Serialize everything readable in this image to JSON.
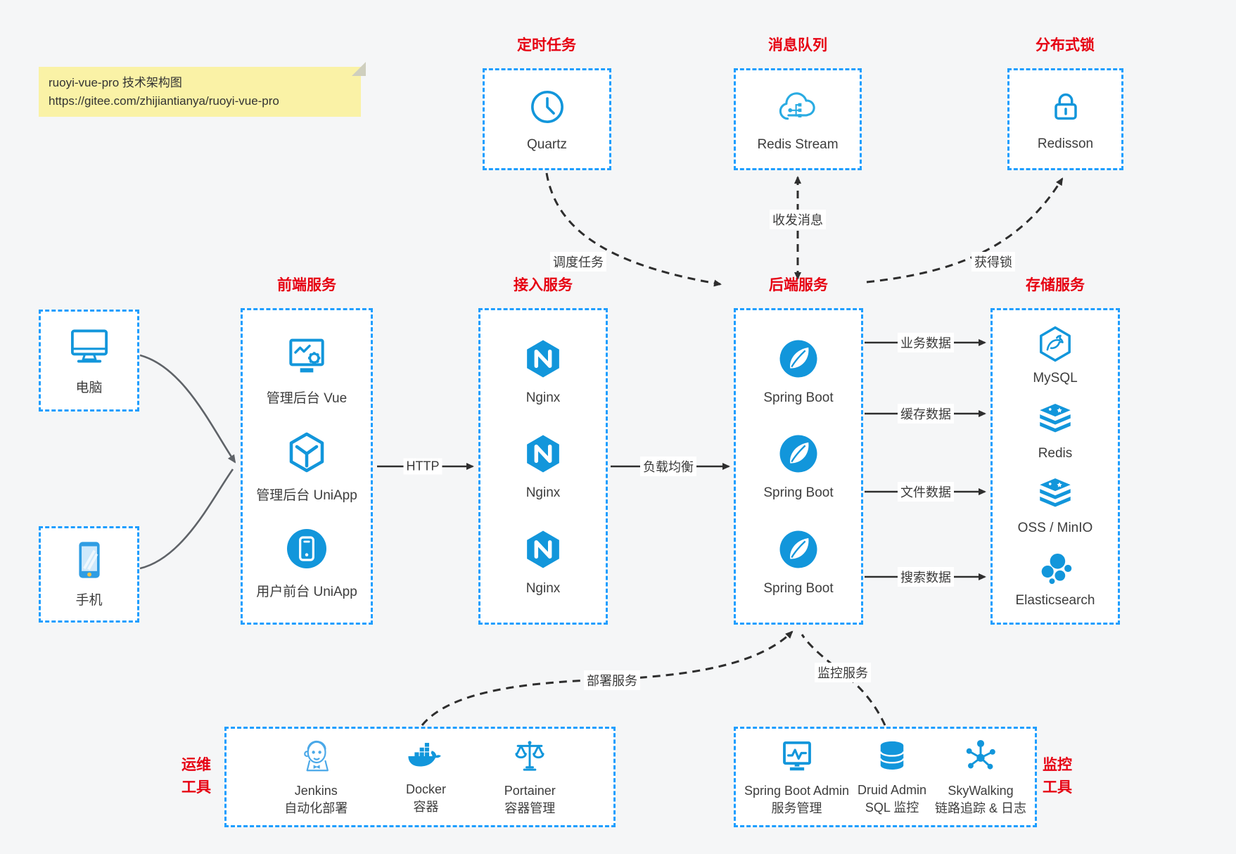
{
  "note": {
    "line1": "ruoyi-vue-pro 技术架构图",
    "line2": "https://gitee.com/zhijiantianya/ruoyi-vue-pro"
  },
  "colors": {
    "accent_blue": "#1e9eff",
    "icon_blue": "#1296db",
    "title_red": "#e60012",
    "arrow_dark": "#2e2e2e",
    "note_yellow": "#faf2a6"
  },
  "groups": {
    "scheduled": {
      "title": "定时任务",
      "items": [
        {
          "label": "Quartz"
        }
      ]
    },
    "mq": {
      "title": "消息队列",
      "items": [
        {
          "label": "Redis Stream"
        }
      ]
    },
    "lock": {
      "title": "分布式锁",
      "items": [
        {
          "label": "Redisson"
        }
      ]
    },
    "clients": {
      "items": [
        {
          "label": "电脑"
        },
        {
          "label": "手机"
        }
      ]
    },
    "frontend": {
      "title": "前端服务",
      "items": [
        {
          "label": "管理后台 Vue"
        },
        {
          "label": "管理后台 UniApp"
        },
        {
          "label": "用户前台 UniApp"
        }
      ]
    },
    "gateway": {
      "title": "接入服务",
      "items": [
        {
          "label": "Nginx"
        },
        {
          "label": "Nginx"
        },
        {
          "label": "Nginx"
        }
      ]
    },
    "backend": {
      "title": "后端服务",
      "items": [
        {
          "label": "Spring Boot"
        },
        {
          "label": "Spring Boot"
        },
        {
          "label": "Spring Boot"
        }
      ]
    },
    "storage": {
      "title": "存储服务",
      "items": [
        {
          "label": "MySQL"
        },
        {
          "label": "Redis"
        },
        {
          "label": "OSS / MinIO"
        },
        {
          "label": "Elasticsearch"
        }
      ]
    },
    "devops": {
      "title_line1": "运维",
      "title_line2": "工具",
      "items": [
        {
          "name": "Jenkins",
          "desc": "自动化部署"
        },
        {
          "name": "Docker",
          "desc": "容器"
        },
        {
          "name": "Portainer",
          "desc": "容器管理"
        }
      ]
    },
    "monitoring": {
      "title_line1": "监控",
      "title_line2": "工具",
      "items": [
        {
          "name": "Spring Boot Admin",
          "desc": "服务管理"
        },
        {
          "name": "Druid Admin",
          "desc": "SQL 监控"
        },
        {
          "name": "SkyWalking",
          "desc": "链路追踪 & 日志"
        }
      ]
    }
  },
  "edges": {
    "http": "HTTP",
    "load_balance": "负载均衡",
    "schedule_task": "调度任务",
    "send_receive_message": "收发消息",
    "acquire_lock": "获得锁",
    "business_data": "业务数据",
    "cache_data": "缓存数据",
    "file_data": "文件数据",
    "search_data": "搜索数据",
    "deploy_service": "部署服务",
    "monitor_service": "监控服务"
  }
}
